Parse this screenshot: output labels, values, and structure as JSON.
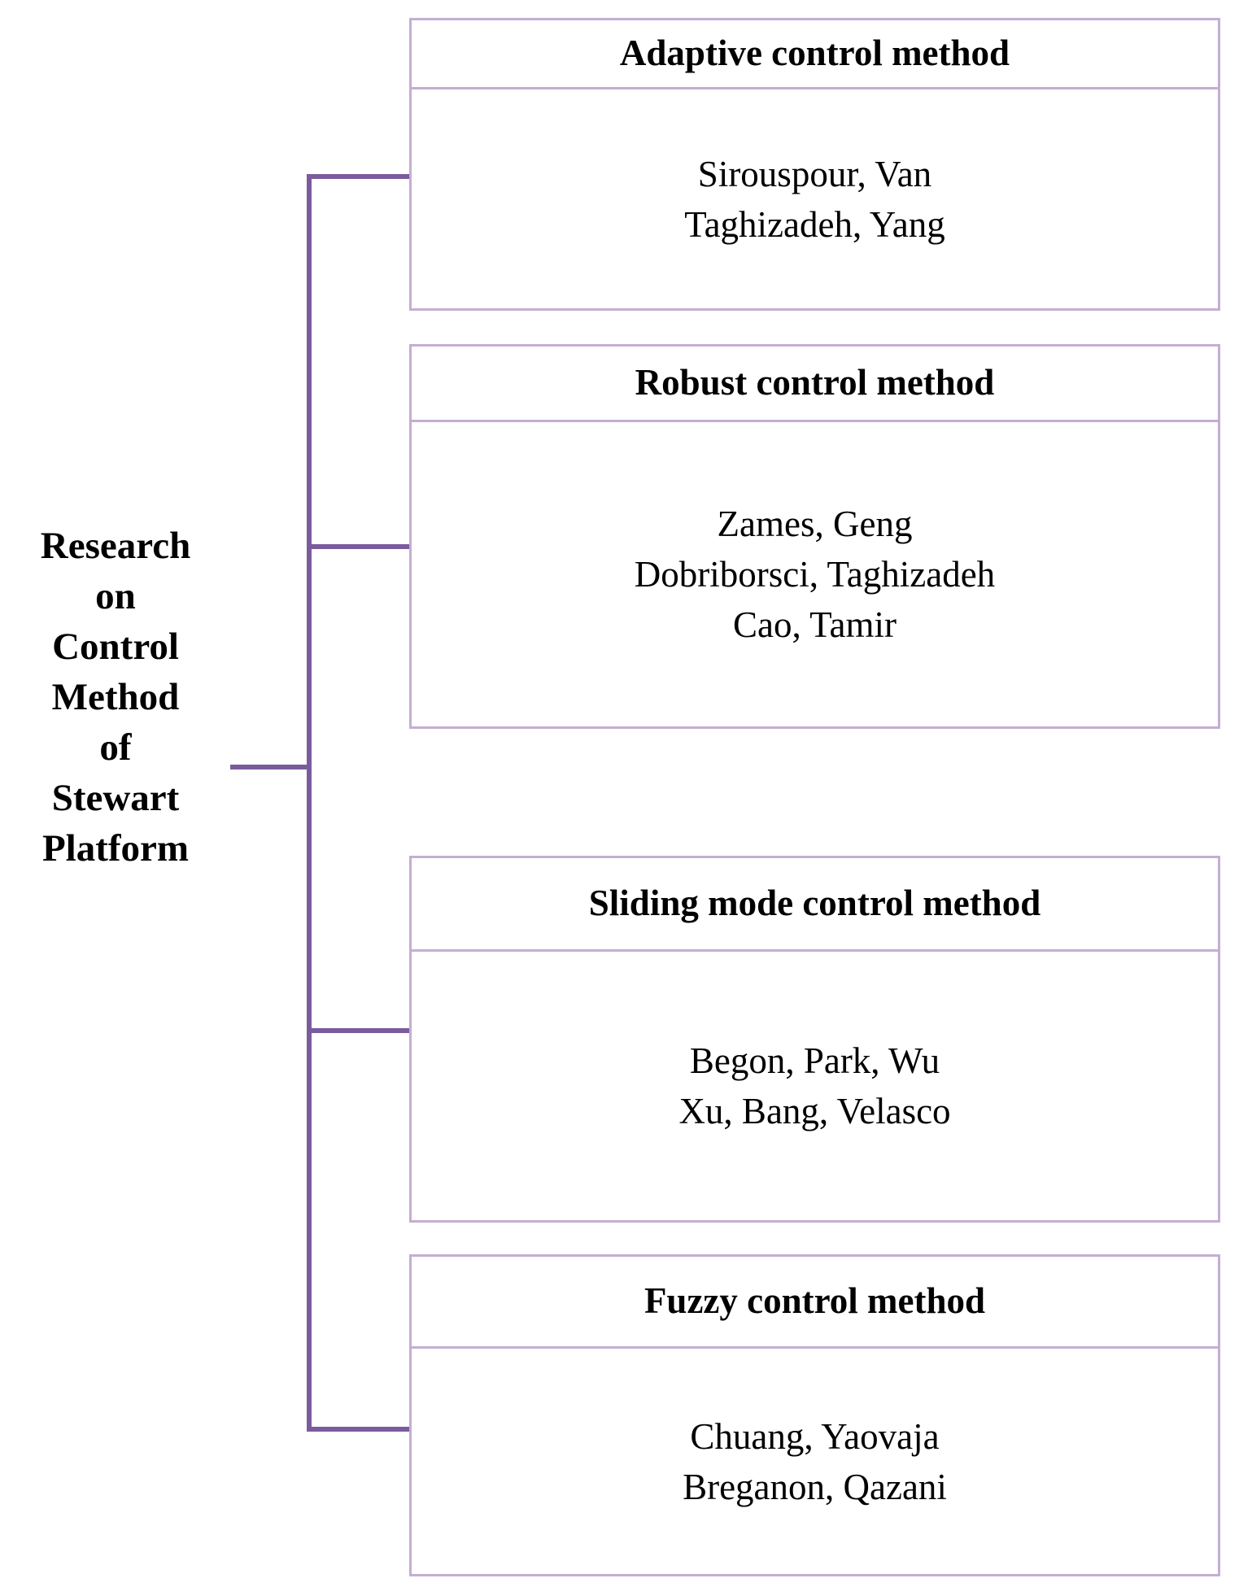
{
  "colors": {
    "box_border": "#c4aed2",
    "connector": "#7a5c9e",
    "text": "#000000",
    "background": "#ffffff"
  },
  "root": {
    "label": "Research on Control Method of Stewart Platform",
    "lines": [
      "Research",
      "on",
      "Control",
      "Method",
      "of",
      "Stewart",
      "Platform"
    ]
  },
  "groups": [
    {
      "title": "Adaptive control method",
      "members": [
        "Sirouspour, Van",
        "Taghizadeh, Yang"
      ]
    },
    {
      "title": "Robust control method",
      "members": [
        "Zames, Geng",
        "Dobriborsci, Taghizadeh",
        "Cao, Tamir"
      ]
    },
    {
      "title": "Sliding mode control method",
      "members": [
        "Begon, Park, Wu",
        "Xu, Bang, Velasco"
      ]
    },
    {
      "title": "Fuzzy control method",
      "members": [
        "Chuang, Yaovaja",
        "Breganon, Qazani"
      ]
    }
  ]
}
